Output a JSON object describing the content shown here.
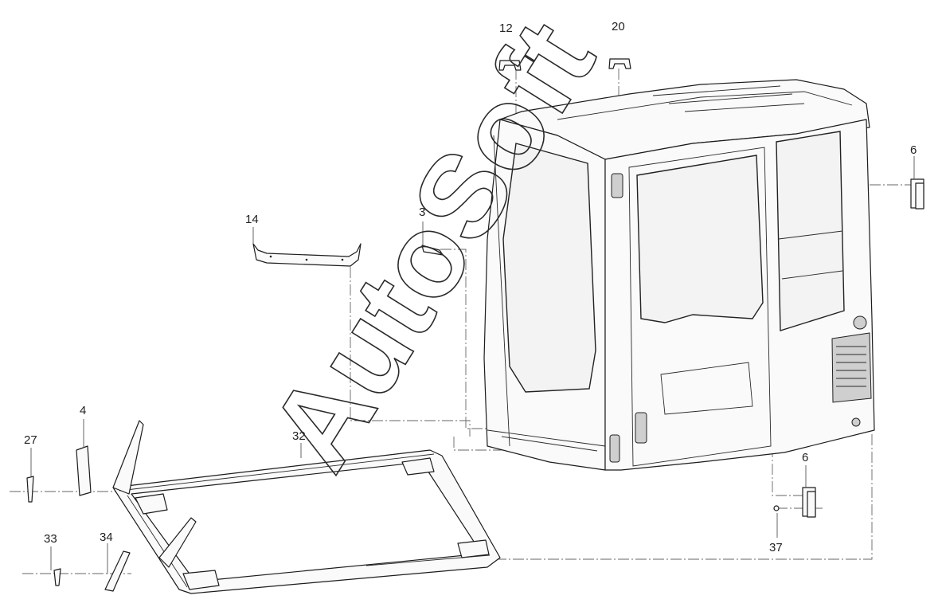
{
  "callouts": [
    {
      "id": "c12",
      "text": "12"
    },
    {
      "id": "c20",
      "text": "20"
    },
    {
      "id": "c6a",
      "text": "6"
    },
    {
      "id": "c14",
      "text": "14"
    },
    {
      "id": "c3",
      "text": "3"
    },
    {
      "id": "c4",
      "text": "4"
    },
    {
      "id": "c27",
      "text": "27"
    },
    {
      "id": "c32",
      "text": "32"
    },
    {
      "id": "c6b",
      "text": "6"
    },
    {
      "id": "c37",
      "text": "37"
    },
    {
      "id": "c33",
      "text": "33"
    },
    {
      "id": "c34",
      "text": "34"
    }
  ],
  "watermark": "AutoSoft"
}
